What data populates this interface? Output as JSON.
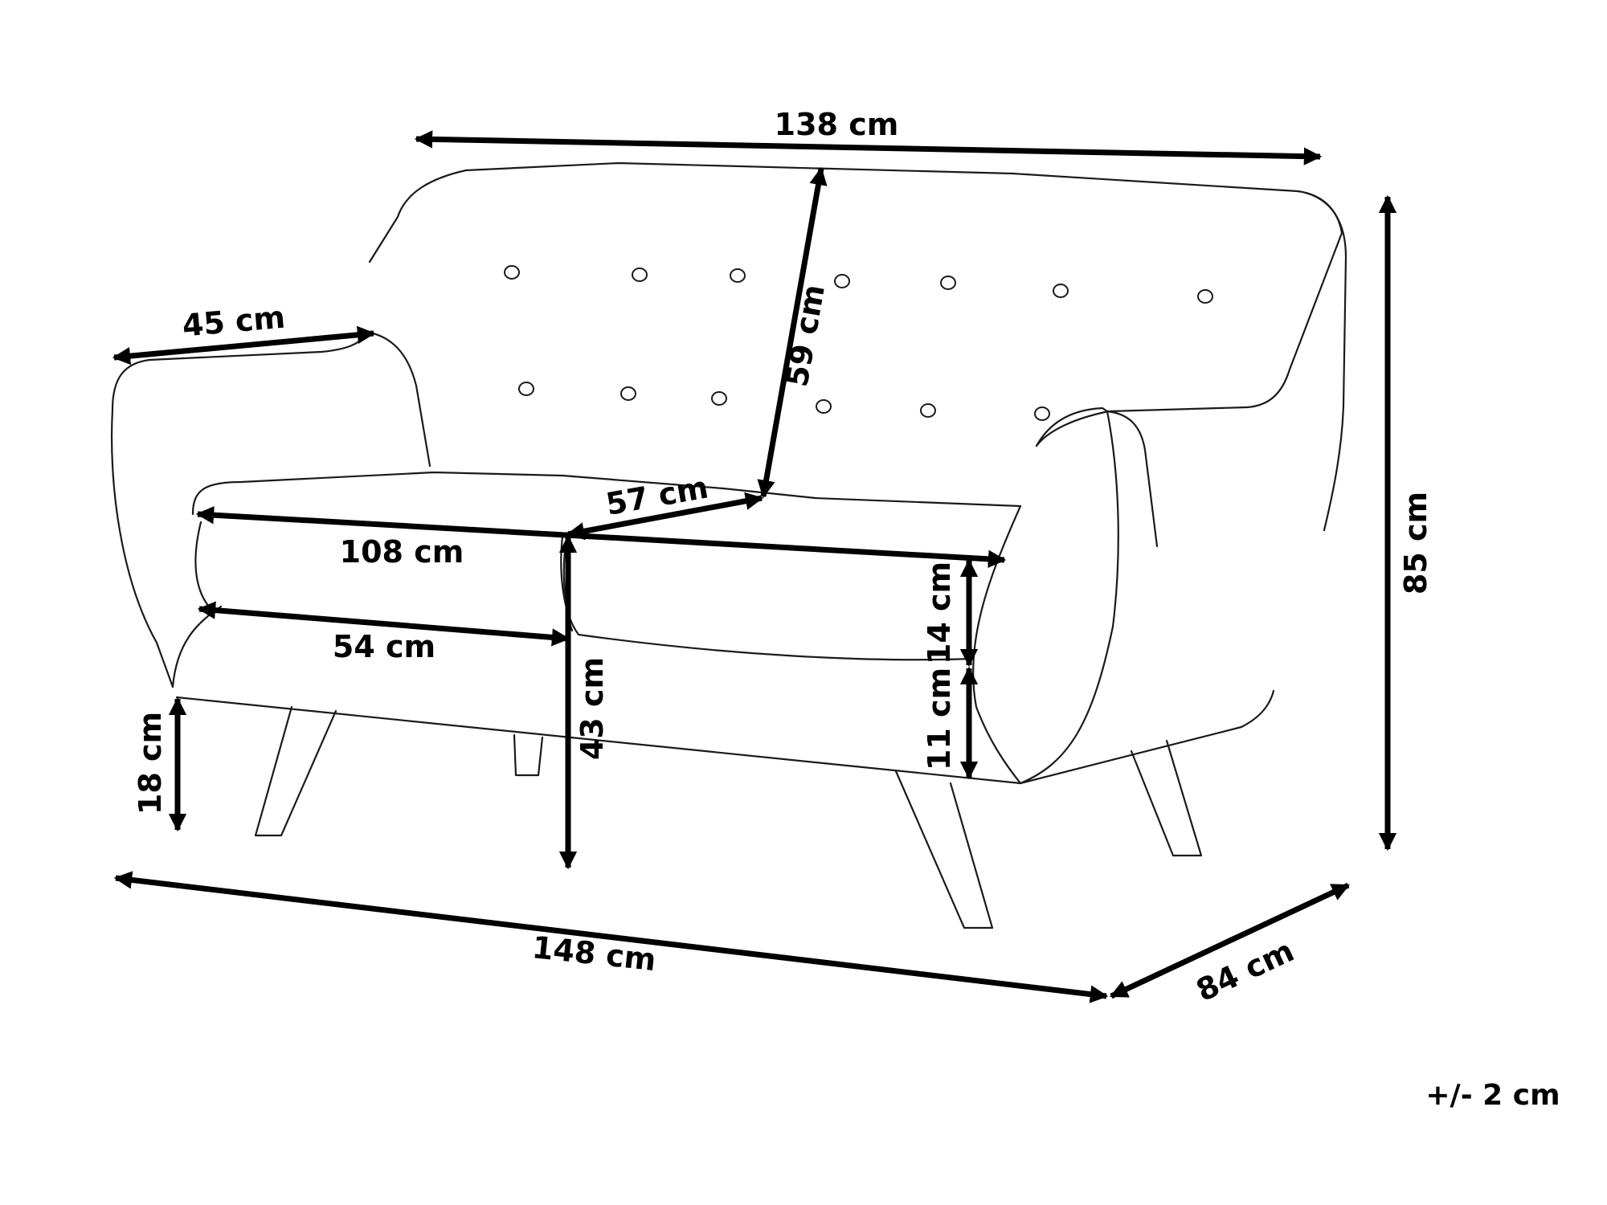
{
  "diagram": {
    "dimensions": {
      "backrest_width": "138 cm",
      "total_height": "85 cm",
      "backrest_height": "59 cm",
      "armrest_width": "45 cm",
      "seat_depth": "57 cm",
      "seat_width": "108 cm",
      "cushion_width": "54 cm",
      "cushion_thickness": "14 cm",
      "base_thickness": "11 cm",
      "seat_height": "43 cm",
      "leg_height": "18 cm",
      "total_width": "148 cm",
      "total_depth": "84 cm"
    },
    "tolerance": "+/- 2 cm",
    "colors": {
      "line": "#1a1a1a",
      "arrow": "#000000",
      "background": "#ffffff"
    }
  }
}
